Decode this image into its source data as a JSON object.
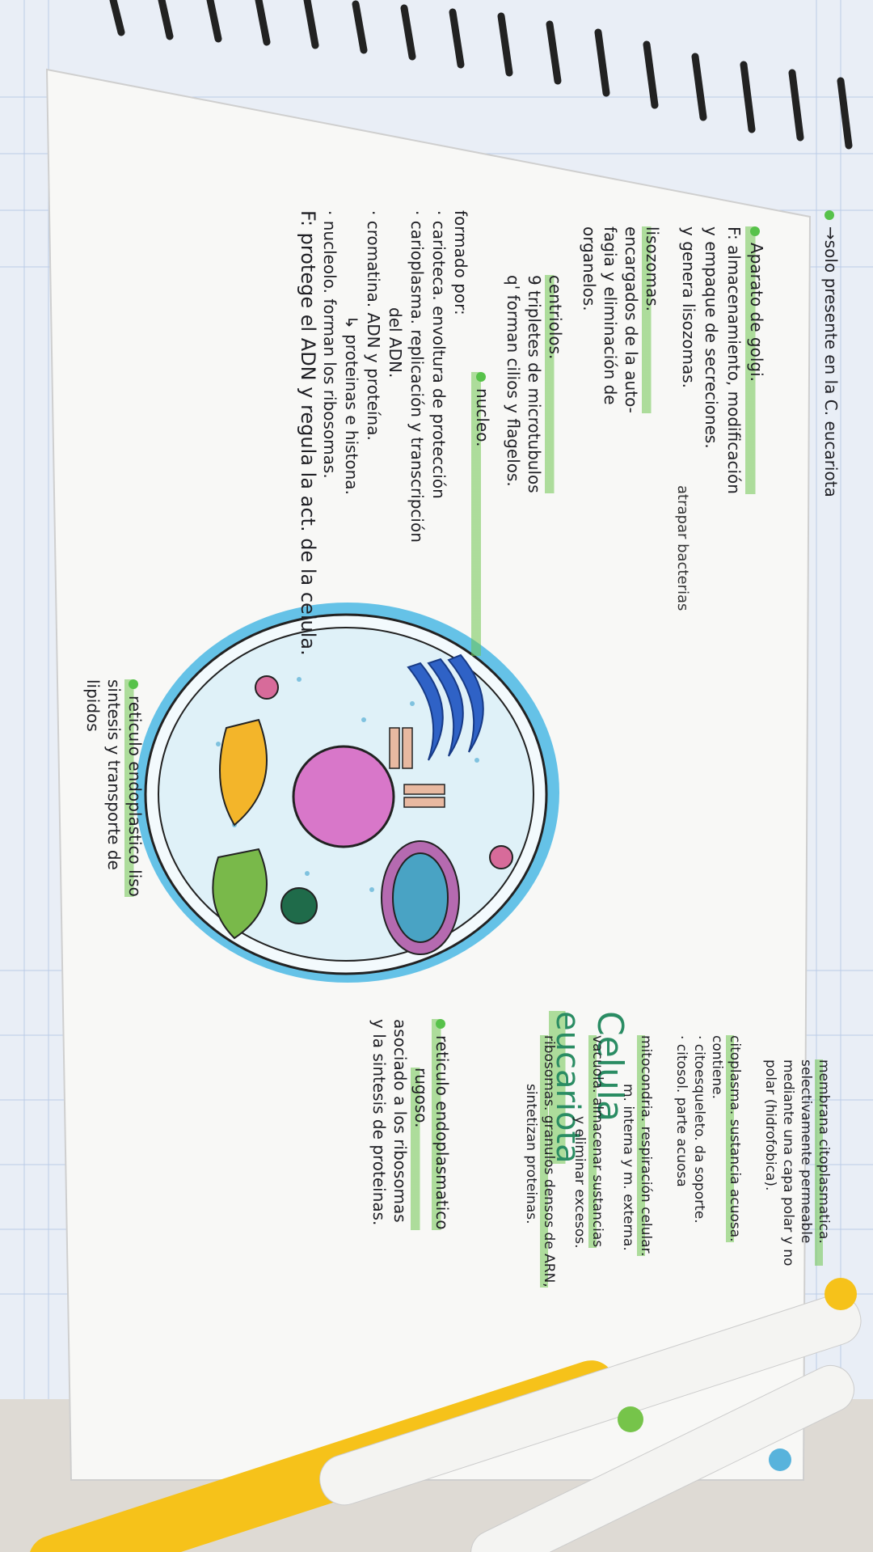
{
  "top_note": "atrapar bacterias",
  "card": {
    "title": "Celula",
    "subtitle": "eucariota",
    "side_note": "→solo presente en la C. eucariota",
    "labels": {
      "membrana": [
        "membrana citoplasmatica.",
        "selectivamente permeable",
        "mediante una capa polar y no",
        "polar (hidrofobica)."
      ],
      "citoplasma": [
        "citoplasma. sustancia acuosa.",
        "contiene.",
        "· citoesqueleto. da soporte.",
        "· citosol. parte acuosa"
      ],
      "mitocondria": [
        "mitocondria. respiración celular.",
        "m. interna y m. externa."
      ],
      "vacuola": [
        "vacuola. almacenar sustancias",
        "y eliminar excesos."
      ],
      "ribosomas": [
        "ribosomas. granulos densos de ARN,",
        "sintetizan proteinas."
      ],
      "reticulo_rugoso": [
        "reticulo endoplasmatico",
        "rugoso.",
        "asociado a los ribosomas",
        "y la sintesis de proteinas."
      ],
      "reticulo_liso": [
        "reticulo endoplastico liso",
        "sintesis y transporte de",
        "lipidos"
      ],
      "golgi": [
        "Aparato de golgi.",
        "F: almacenamiento, modificación",
        "y empaque de secreciones.",
        "y genera lisozomas."
      ],
      "lisozomas": [
        "lisozomas.",
        "encargados de la auto-",
        "fagia y eliminación de",
        "organelos."
      ],
      "centriolos": [
        "centriolos.",
        "9 tripletes de microtubulos",
        "q' forman cilios y flagelos."
      ],
      "nucleo": [
        "nucleo.",
        "formado por:",
        "· carioteca. envoltura de protección",
        "· carioplasma. replicación y transcripción",
        "del ADN.",
        "· cromatina. ADN y proteína.",
        "↳ proteinas e histona.",
        "· nucleolo. forman los ribosomas.",
        "F: protege el ADN y regula la act. de la celula."
      ]
    }
  },
  "colors": {
    "highlight_green": "#6fc650",
    "cell_blue": "#4bb8e4",
    "golgi_yellow": "#f3b52a",
    "nucleus_pink": "#d877c9",
    "er_green": "#79b94a",
    "mito_teal": "#49a3c4",
    "marker_yellow": "#f6c21a"
  }
}
